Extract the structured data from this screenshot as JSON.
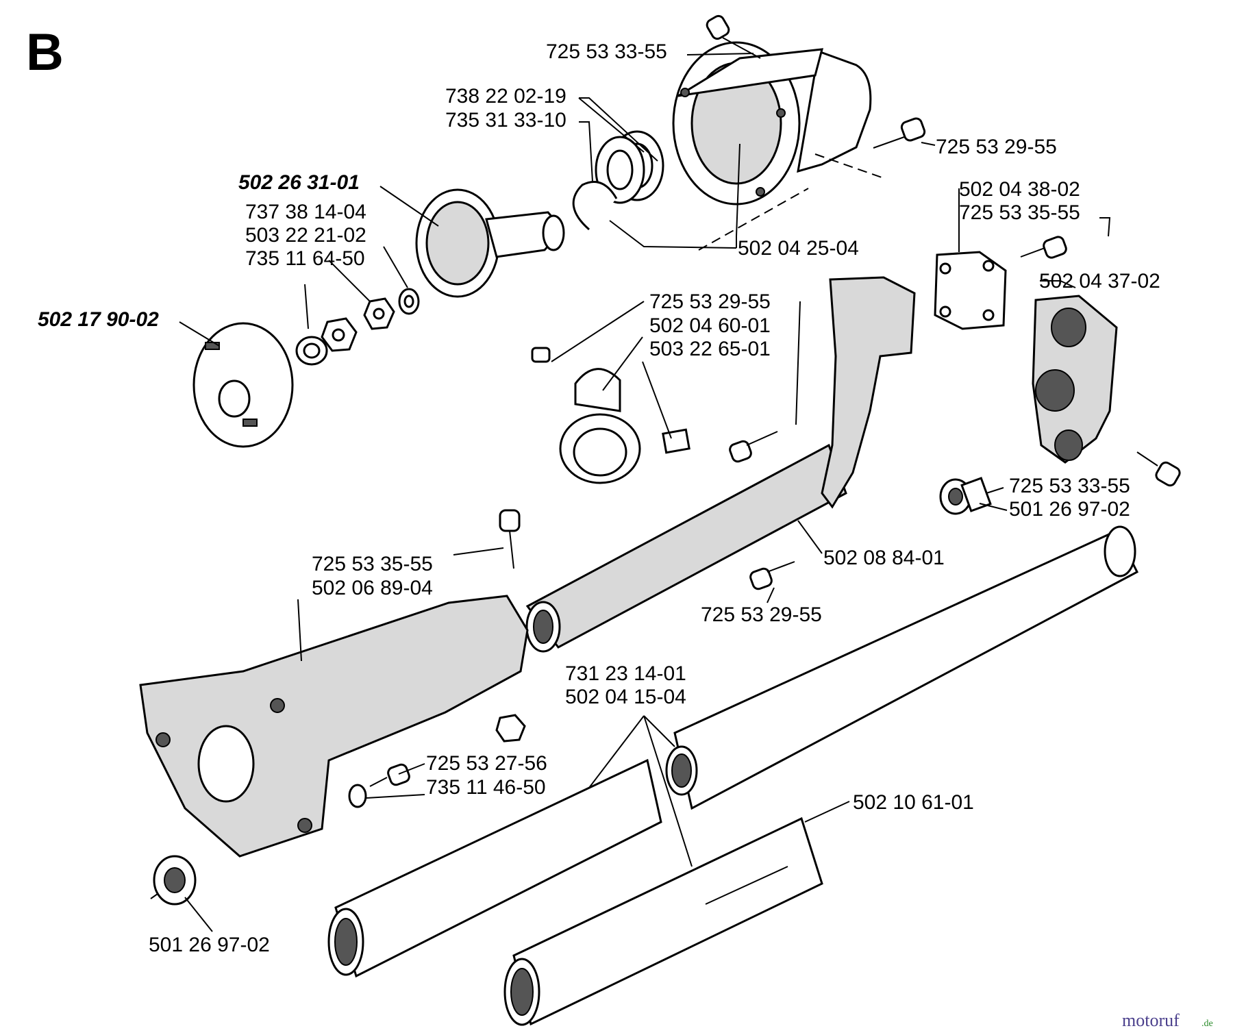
{
  "section_letter": "B",
  "labels": {
    "l01": "725 53 33-55",
    "l02": "738 22 02-19",
    "l03": "735 31 33-10",
    "l04": "725 53 29-55",
    "l05": "502 26 31-01",
    "l06": "737 38 14-04",
    "l07": "503 22 21-02",
    "l08": "735 11 64-50",
    "l09": "502 04 38-02",
    "l10": "725 53 35-55",
    "l11": "502 04 25-04",
    "l12": "502 04 37-02",
    "l13": "502 17 90-02",
    "l14": "725 53 29-55",
    "l15": "502 04 60-01",
    "l16": "503 22 65-01",
    "l17": "725 53 33-55",
    "l18": "501 26 97-02",
    "l19": "502 08 84-01",
    "l20": "725 53 35-55",
    "l21": "502 06 89-04",
    "l22": "725 53 29-55",
    "l23": "731 23 14-01",
    "l24": "502 04 15-04",
    "l25": "725 53 27-56",
    "l26": "735 11 46-50",
    "l27": "502 10 61-01",
    "l28": "501 26 97-02"
  },
  "watermark": {
    "brand": "motoruf",
    "suffix": ".de"
  },
  "colors": {
    "ink": "#000000",
    "watermark_brand": "#4a3f8c",
    "watermark_suffix": "#2a8c2a"
  }
}
